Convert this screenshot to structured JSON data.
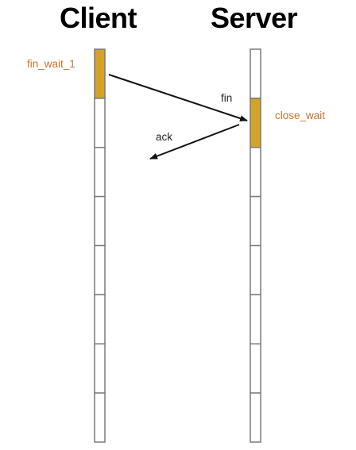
{
  "participants": {
    "client": "Client",
    "server": "Server"
  },
  "states": {
    "client": "fin_wait_1",
    "server": "close_wait"
  },
  "messages": {
    "fin": "fin",
    "ack": "ack"
  },
  "timeline": {
    "client_segments": 8,
    "server_segments": 8,
    "client_active_segment": 0,
    "server_active_segment": 1
  },
  "colors": {
    "active_segment": "#d4a42a",
    "segment_border": "#7a7a7a",
    "state_text": "#c8722a"
  }
}
